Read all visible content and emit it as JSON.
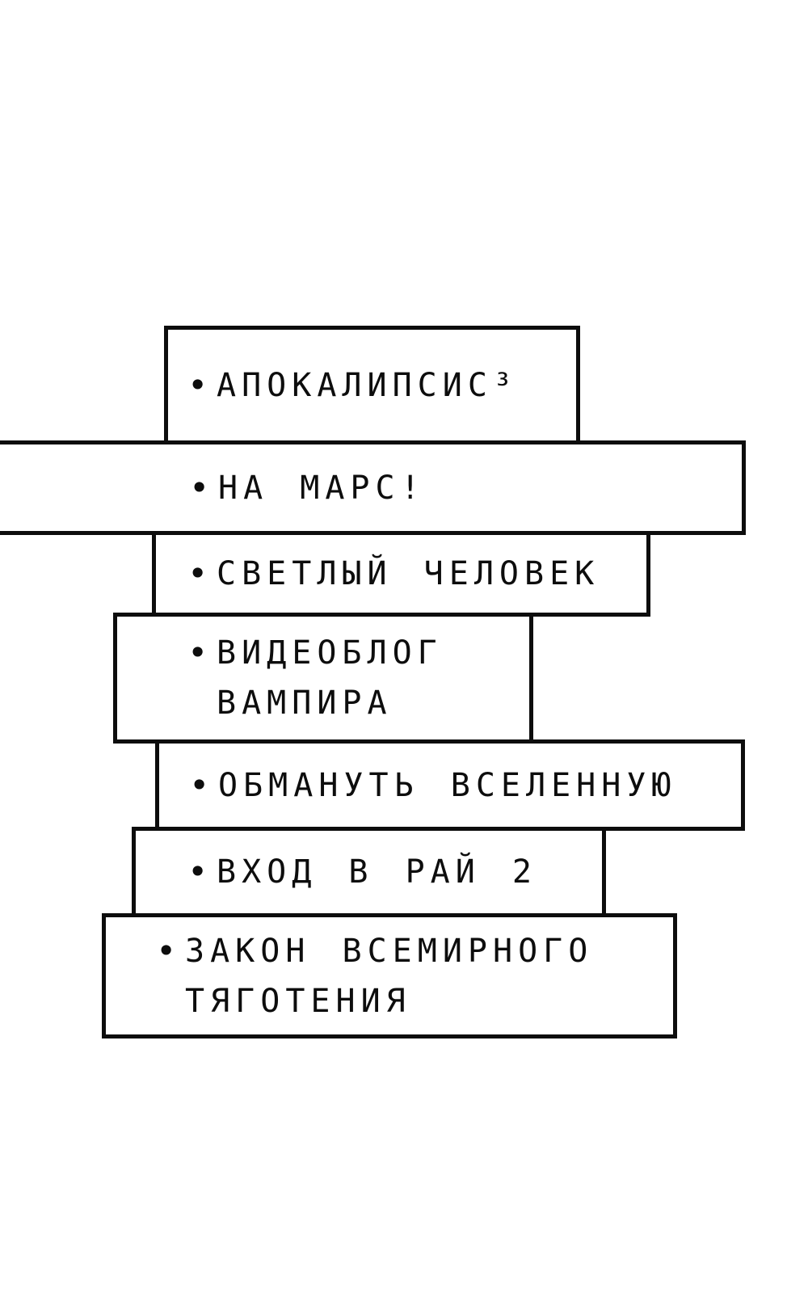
{
  "page": {
    "background": "#ffffff",
    "ink": "#0d0d0d"
  },
  "toc": {
    "bullet": "•",
    "items": [
      {
        "id": "apokalipsis",
        "lines": [
          "АПОКАЛИПСИС³"
        ]
      },
      {
        "id": "na-mars",
        "lines": [
          "НА МАРС!"
        ]
      },
      {
        "id": "svetlyy-chelovek",
        "lines": [
          "СВЕТЛЫЙ ЧЕЛОВЕК"
        ]
      },
      {
        "id": "videoblog-vampira",
        "lines": [
          "ВИДЕОБЛОГ",
          "ВАМПИРА"
        ]
      },
      {
        "id": "obmanut-vselennuyu",
        "lines": [
          "ОБМАНУТЬ ВСЕЛЕННУЮ"
        ]
      },
      {
        "id": "vkhod-v-ray-2",
        "lines": [
          "ВХОД В РАЙ 2"
        ]
      },
      {
        "id": "zakon-vsemirnogo-tyagoteniya",
        "lines": [
          "ЗАКОН ВСЕМИРНОГО",
          "ТЯГОТЕНИЯ"
        ]
      }
    ]
  }
}
